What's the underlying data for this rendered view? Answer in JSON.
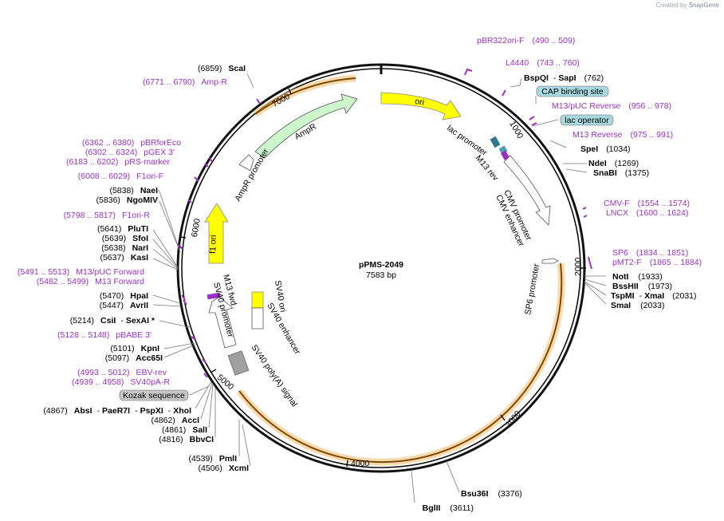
{
  "credit": {
    "prefix": "Created by",
    "brand": "SnapGene"
  },
  "plasmid": {
    "name": "pPMS-2049",
    "length_label": "7583 bp"
  },
  "ruler": [
    "1000",
    "2000",
    "3000",
    "4000",
    "5000",
    "6000",
    "7000"
  ],
  "sites_right": [
    {
      "id": "bspqi",
      "name": "BspQI",
      "sep": "-",
      "name2": "SapI",
      "pos": "(762)"
    },
    {
      "id": "spei",
      "name": "SpeI",
      "pos": "(1034)"
    },
    {
      "id": "ndei",
      "name": "NdeI",
      "pos": "(1269)"
    },
    {
      "id": "snabi",
      "name": "SnaBI",
      "pos": "(1375)"
    },
    {
      "id": "noti",
      "name": "NotI",
      "pos": "(1933)"
    },
    {
      "id": "bsshii",
      "name": "BssHII",
      "pos": "(1973)"
    },
    {
      "id": "tspmi",
      "name": "TspMI",
      "sep": "-",
      "name2": "XmaI",
      "pos": "(2031)"
    },
    {
      "id": "smai",
      "name": "SmaI",
      "pos": "(2033)"
    },
    {
      "id": "bsu36i",
      "name": "Bsu36I",
      "pos": "(3376)"
    }
  ],
  "sites_left": [
    {
      "id": "scai",
      "name": "ScaI",
      "pos": "(6859)"
    },
    {
      "id": "naei",
      "name": "NaeI",
      "pos": "(5838)"
    },
    {
      "id": "ngomiv",
      "name": "NgoMIV",
      "pos": "(5836)"
    },
    {
      "id": "pluti",
      "name": "PluTI",
      "pos": "(5641)"
    },
    {
      "id": "sfoi",
      "name": "SfoI",
      "pos": "(5639)"
    },
    {
      "id": "nari",
      "name": "NarI",
      "pos": "(5638)"
    },
    {
      "id": "kasi",
      "name": "KasI",
      "pos": "(5637)"
    },
    {
      "id": "hpai",
      "name": "HpaI",
      "pos": "(5470)"
    },
    {
      "id": "avrii",
      "name": "AvrII",
      "pos": "(5447)"
    },
    {
      "id": "csii",
      "name": "CsiI",
      "sep": "-",
      "name2": "SexAI *",
      "pos": "(5214)"
    },
    {
      "id": "kpni",
      "name": "KpnI",
      "pos": "(5101)"
    },
    {
      "id": "acc65i",
      "name": "Acc65I",
      "pos": "(5097)"
    },
    {
      "id": "absi",
      "name": "AbsI",
      "sep": "-",
      "name2": "PaeR7I",
      "sep2": "-",
      "name3": "PspXI",
      "sep3": "-",
      "name4": "XhoI",
      "pos": "(4867)"
    },
    {
      "id": "acci",
      "name": "AccI",
      "pos": "(4862)"
    },
    {
      "id": "sali",
      "name": "SalI",
      "pos": "(4861)"
    },
    {
      "id": "bbvci",
      "name": "BbvCI",
      "pos": "(4816)"
    },
    {
      "id": "pmli",
      "name": "PmlI",
      "pos": "(4539)"
    },
    {
      "id": "xcmi",
      "name": "XcmI",
      "pos": "(4506)"
    },
    {
      "id": "bglii",
      "name": "BglII",
      "pos": "(3611)"
    }
  ],
  "primers_right": [
    {
      "id": "pbr322ori",
      "name": "pBR322ori-F",
      "pos": "(490 .. 509)"
    },
    {
      "id": "l4440",
      "name": "L4440",
      "pos": "(743 .. 760)"
    },
    {
      "id": "m13puc-rev",
      "name": "M13/pUC Reverse",
      "pos": "(956 .. 978)"
    },
    {
      "id": "m13rev",
      "name": "M13 Reverse",
      "pos": "(975 .. 991)"
    },
    {
      "id": "cmvf",
      "name": "CMV-F",
      "pos": "(1554 .. 1574)"
    },
    {
      "id": "lncx",
      "name": "LNCX",
      "pos": "(1600 .. 1624)"
    },
    {
      "id": "sp6",
      "name": "SP6",
      "pos": "(1834 .. 1851)"
    },
    {
      "id": "pmt2f",
      "name": "pMT2-F",
      "pos": "(1865 .. 1884)"
    }
  ],
  "primers_left": [
    {
      "id": "ampr",
      "name": "Amp-R",
      "pos": "(6771 .. 6790)"
    },
    {
      "id": "pbrforeco",
      "name": "pBRforEco",
      "pos": "(6362 .. 6380)"
    },
    {
      "id": "pgex3",
      "name": "pGEX 3'",
      "pos": "(6302 .. 6324)"
    },
    {
      "id": "prsmarker",
      "name": "pRS-marker",
      "pos": "(6183 .. 6202)"
    },
    {
      "id": "f1orif",
      "name": "F1ori-F",
      "pos": "(6008 .. 6029)"
    },
    {
      "id": "f1orir",
      "name": "F1ori-R",
      "pos": "(5798 .. 5817)"
    },
    {
      "id": "m13puc-fwd",
      "name": "M13/pUC Forward",
      "pos": "(5491 .. 5513)"
    },
    {
      "id": "m13fwd",
      "name": "M13 Forward",
      "pos": "(5482 .. 5499)"
    },
    {
      "id": "pbabe3",
      "name": "pBABE 3'",
      "pos": "(5128 .. 5148)"
    },
    {
      "id": "ebvrev",
      "name": "EBV-rev",
      "pos": "(4993 .. 5012)"
    },
    {
      "id": "sv40par",
      "name": "SV40pA-R",
      "pos": "(4939 .. 4958)"
    }
  ],
  "boxed": {
    "cap": "CAP binding site",
    "lacop": "lac operator",
    "kozak": "Kozak sequence"
  },
  "features": {
    "ori": "ori",
    "ampr": "AmpR",
    "ampr_promoter": "AmpR promoter",
    "f1ori": "f1 ori",
    "lac_promoter": "lac promoter",
    "m13rev": "M13 rev",
    "cmv_promoter": "CMV promoter",
    "cmv_enhancer": "CMV enhancer",
    "sp6_promoter": "SP6 promoter",
    "sv40_ori": "SV40 ori",
    "sv40_enhancer": "SV40 enhancer",
    "sv40_promoter": "SV40 promoter",
    "m13fwd": "M13 fwd",
    "sv40_polya": "SV40 poly(A) signal"
  },
  "colors": {
    "backbone": "#111111",
    "ori": "#ffff00",
    "ampr": "#ccf5cc",
    "orf": "#f5b04a",
    "primer": "#9b30c8",
    "boxed_blue": "#a8d8e0",
    "boxed_grey": "#c6c6c6"
  }
}
